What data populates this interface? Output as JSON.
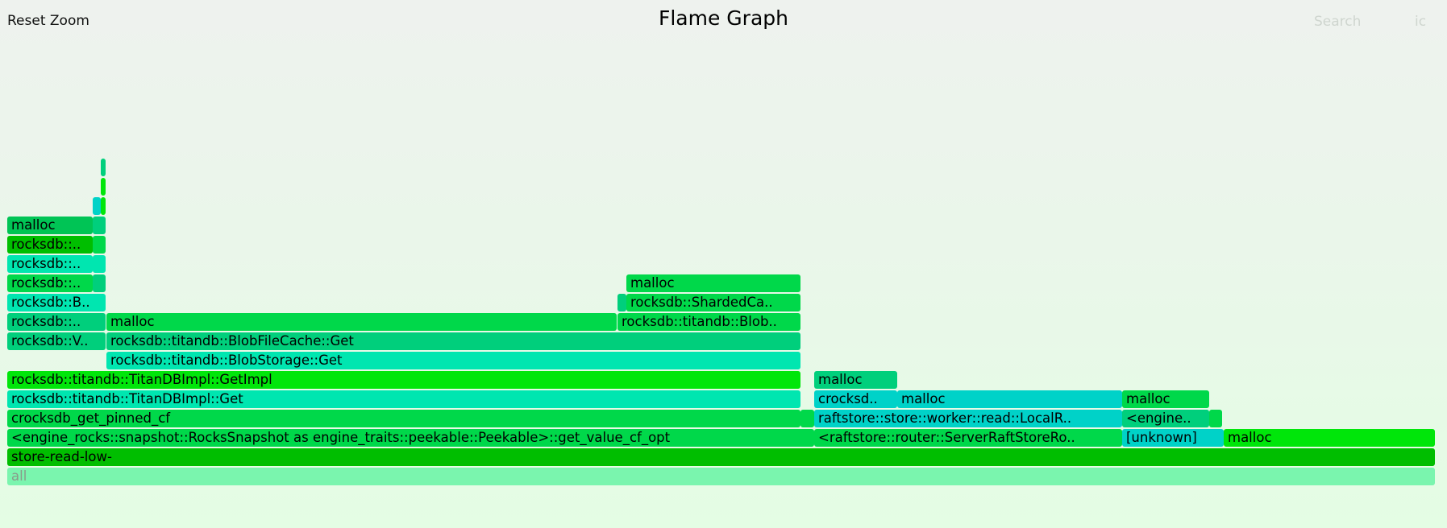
{
  "toolbar": {
    "reset_zoom": "Reset Zoom",
    "title": "Flame Graph",
    "search": "Search",
    "ic": "ic"
  },
  "colors": {
    "green1": "#00d84a",
    "green2": "#00be00",
    "green3": "#00e60a",
    "teal": "#00e6b0",
    "teal2": "#00d2c8",
    "mint": "#00cf7c",
    "sea": "#00c455",
    "all": "#7af5ae"
  },
  "frames": [
    {
      "label": "all",
      "c": "all",
      "faded": true
    },
    {
      "label": "store-read-low-",
      "c": "green2"
    },
    {
      "label": "<engine_rocks::snapshot::RocksSnapshot as engine_traits::peekable::Peekable>::get_value_cf_opt",
      "c": "green1"
    },
    {
      "label": "crocksdb_get_pinned_cf",
      "c": "green1"
    },
    {
      "label": "rocksdb::titandb::TitanDBImpl::Get",
      "c": "teal"
    },
    {
      "label": "rocksdb::titandb::TitanDBImpl::GetImpl",
      "c": "green3"
    },
    {
      "label": "rocksdb::titandb::BlobStorage::Get",
      "c": "teal"
    },
    {
      "label": "rocksdb::titandb::BlobFileCache::Get",
      "c": "mint"
    },
    {
      "label": "malloc",
      "c": "green1"
    },
    {
      "label": "rocksdb::titandb::Blob..",
      "c": "green1"
    },
    {
      "label": "rocksdb::ShardedCa..",
      "c": "green1"
    },
    {
      "label": "",
      "c": "mint"
    },
    {
      "label": "malloc",
      "c": "green1"
    },
    {
      "label": "rocksdb::..",
      "c": "mint"
    },
    {
      "label": "rocksdb::V..",
      "c": "mint"
    },
    {
      "label": "rocksdb::..",
      "c": "green1"
    },
    {
      "label": "rocksdb::B..",
      "c": "teal"
    },
    {
      "label": "rocksdb::..",
      "c": "teal"
    },
    {
      "label": "rocksdb::..",
      "c": "green2"
    },
    {
      "label": "malloc",
      "c": "sea"
    },
    {
      "label": "",
      "c": "teal"
    },
    {
      "label": "",
      "c": "green1"
    },
    {
      "label": "",
      "c": "mint"
    },
    {
      "label": "",
      "c": "mint"
    },
    {
      "label": "",
      "c": "teal2"
    },
    {
      "label": "",
      "c": "green3"
    },
    {
      "label": "",
      "c": "green3"
    },
    {
      "label": "",
      "c": "mint"
    },
    {
      "label": "",
      "c": "green1"
    },
    {
      "label": "<raftstore::router::ServerRaftStoreRo..",
      "c": "green1"
    },
    {
      "label": "raftstore::store::worker::read::LocalR..",
      "c": "teal2"
    },
    {
      "label": "crocksd..",
      "c": "teal2"
    },
    {
      "label": "malloc",
      "c": "mint"
    },
    {
      "label": "malloc",
      "c": "teal2"
    },
    {
      "label": "[unknown]",
      "c": "teal2"
    },
    {
      "label": "<engine..",
      "c": "mint"
    },
    {
      "label": "malloc",
      "c": "green1"
    },
    {
      "label": "",
      "c": "green1"
    },
    {
      "label": "malloc",
      "c": "green3"
    }
  ]
}
